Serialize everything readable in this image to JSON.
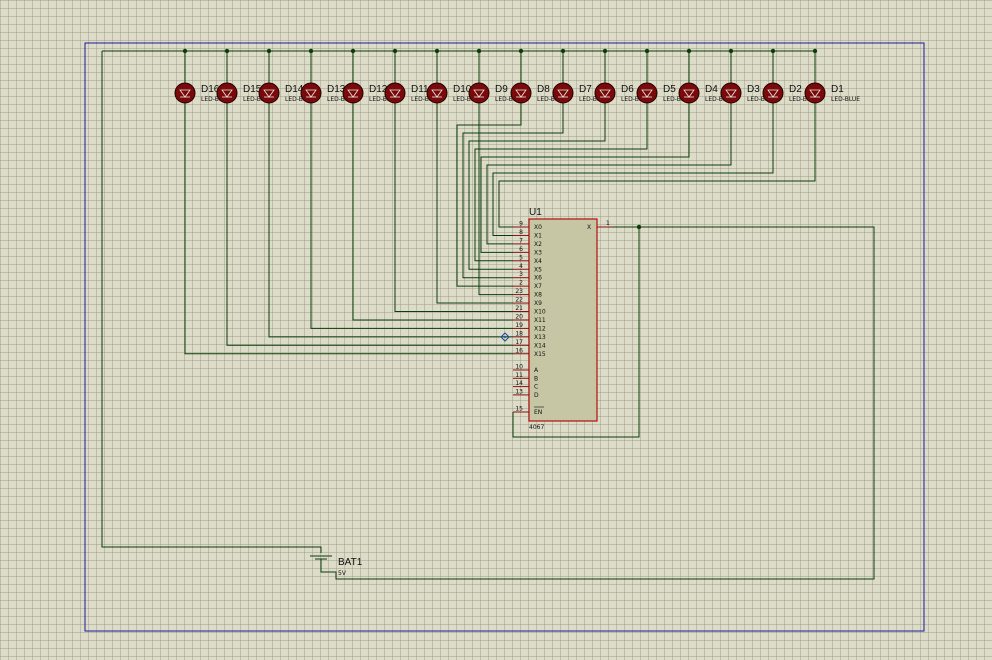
{
  "diagram": {
    "leds": [
      {
        "ref": "D16",
        "value": "LED-BLUE"
      },
      {
        "ref": "D15",
        "value": "LED-BLUE"
      },
      {
        "ref": "D14",
        "value": "LED-BLUE"
      },
      {
        "ref": "D13",
        "value": "LED-BLUE"
      },
      {
        "ref": "D12",
        "value": "LED-BLUE"
      },
      {
        "ref": "D11",
        "value": "LED-BLUE"
      },
      {
        "ref": "D10",
        "value": "LED-BLUE"
      },
      {
        "ref": "D9",
        "value": "LED-BLUE"
      },
      {
        "ref": "D8",
        "value": "LED-BLUE"
      },
      {
        "ref": "D7",
        "value": "LED-BLUE"
      },
      {
        "ref": "D6",
        "value": "LED-BLUE"
      },
      {
        "ref": "D5",
        "value": "LED-BLUE"
      },
      {
        "ref": "D4",
        "value": "LED-BLUE"
      },
      {
        "ref": "D3",
        "value": "LED-BLUE"
      },
      {
        "ref": "D2",
        "value": "LED-BLUE"
      },
      {
        "ref": "D1",
        "value": "LED-BLUE"
      }
    ],
    "chip": {
      "ref": "U1",
      "part": "4067",
      "pins_left": [
        {
          "num": "9",
          "name": "X0"
        },
        {
          "num": "8",
          "name": "X1"
        },
        {
          "num": "7",
          "name": "X2"
        },
        {
          "num": "6",
          "name": "X3"
        },
        {
          "num": "5",
          "name": "X4"
        },
        {
          "num": "4",
          "name": "X5"
        },
        {
          "num": "3",
          "name": "X6"
        },
        {
          "num": "2",
          "name": "X7"
        },
        {
          "num": "23",
          "name": "X8"
        },
        {
          "num": "22",
          "name": "X9"
        },
        {
          "num": "21",
          "name": "X10"
        },
        {
          "num": "20",
          "name": "X11"
        },
        {
          "num": "19",
          "name": "X12"
        },
        {
          "num": "18",
          "name": "X13"
        },
        {
          "num": "17",
          "name": "X14"
        },
        {
          "num": "16",
          "name": "X15"
        }
      ],
      "pins_select": [
        {
          "num": "10",
          "name": "A"
        },
        {
          "num": "11",
          "name": "B"
        },
        {
          "num": "14",
          "name": "C"
        },
        {
          "num": "13",
          "name": "D"
        }
      ],
      "pin_enable": {
        "num": "15",
        "name": "EN"
      },
      "pin_common": {
        "num": "1",
        "name": "X"
      }
    },
    "battery": {
      "ref": "BAT1",
      "value": "5V"
    },
    "colors": {
      "wire": "#0b3d0b",
      "chip_fill": "#c6c6a4",
      "chip_border": "#b01010",
      "pin": "#8a1010",
      "led_fill": "#7a0a0a",
      "led_stroke": "#200000",
      "border": "#1a1a9a",
      "junction": "#0b3d0b"
    }
  }
}
